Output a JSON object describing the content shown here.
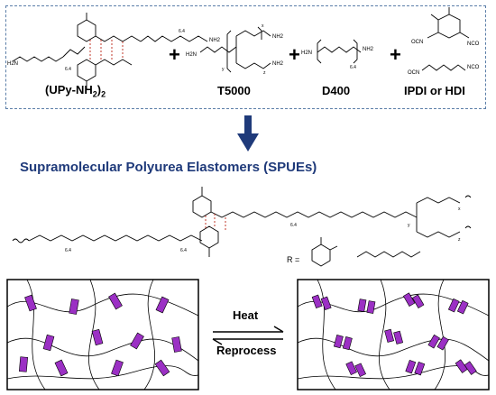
{
  "reagents": {
    "upy_label": "(UPy-NH",
    "upy_sub": "2",
    "upy_suffix": ")",
    "upy_outer_sub": "2",
    "t5000_label": "T5000",
    "d400_label": "D400",
    "isocyanate_label": "IPDI or HDI",
    "repeat_64": "6.4",
    "repeat_x": "x",
    "repeat_y": "y",
    "repeat_z": "z",
    "nh2": "NH2",
    "h2n": "H2N",
    "ocn": "OCN",
    "nco": "NCO"
  },
  "title": "Supramolecular Polyurea Elastomers (SPUEs)",
  "r_label": "R =",
  "process": {
    "forward": "Heat",
    "reverse": "Reprocess"
  },
  "colors": {
    "box_border": "#5b7ea8",
    "title": "#1f3a7a",
    "arrow": "#1f3a7a",
    "hbond": "#c0392b",
    "upy_block": "#9b30c4"
  }
}
